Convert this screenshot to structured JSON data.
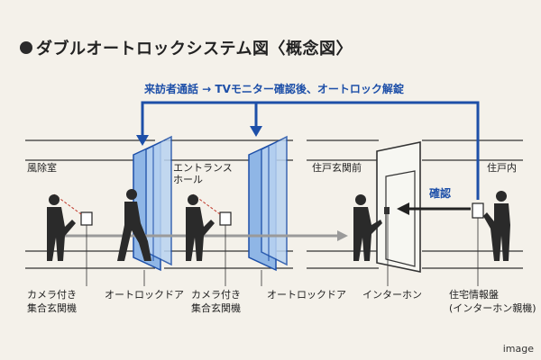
{
  "diagram": {
    "title": "ダブルオートロックシステム図〈概念図〉",
    "flow_label": "来訪者通話 → TVモニター確認後、オートロック解錠",
    "zones": {
      "windbreak": "風除室",
      "entrance_hall": "エントランス\nホール",
      "unit_front": "住戸玄関前",
      "unit_inside": "住戸内"
    },
    "confirm_label": "確認",
    "captions": {
      "camera_panel_1": "カメラ付き\n集合玄関機",
      "auto_door_1": "オートロックドア",
      "camera_panel_2": "カメラ付き\n集合玄関機",
      "auto_door_2": "オートロックドア",
      "intercom": "インターホン",
      "home_panel": "住宅情報盤\n(インターホン親機)"
    },
    "colors": {
      "accent_blue": "#1d4fa8",
      "glass": "#8fb6e6",
      "ink": "#222222"
    },
    "corner_text": "image"
  }
}
